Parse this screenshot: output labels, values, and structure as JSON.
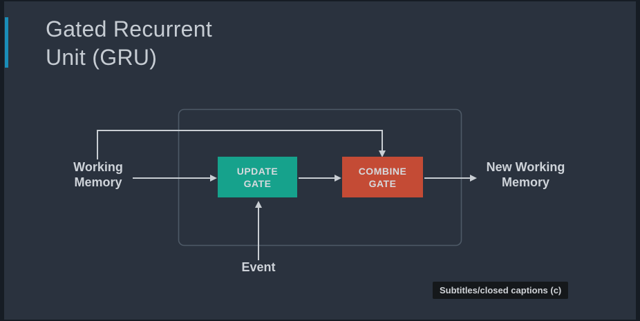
{
  "slide": {
    "title": {
      "line1": "Gated Recurrent",
      "line2": "Unit (GRU)"
    }
  },
  "diagram": {
    "working_memory": {
      "line1": "Working",
      "line2": "Memory"
    },
    "update_gate": {
      "line1": "UPDATE",
      "line2": "GATE"
    },
    "combine_gate": {
      "line1": "COMBINE",
      "line2": "GATE"
    },
    "new_working_memory": {
      "line1": "New Working",
      "line2": "Memory"
    },
    "event_label": "Event"
  },
  "player": {
    "tooltip": "Subtitles/closed captions (c)"
  },
  "colors": {
    "background": "#2a323e",
    "edge_strip": "#161c24",
    "accent_bar": "#1a8db8",
    "title_text": "#c6ccd3",
    "label_text": "#ced3d9",
    "update_gate": "#16a28c",
    "combine_gate": "#c44b35",
    "gate_text": "#d6dade",
    "connector": "#c9ced3",
    "container_border": "#4e5a67",
    "tooltip_bg": "#15181b",
    "tooltip_text": "#d0d3d7"
  }
}
